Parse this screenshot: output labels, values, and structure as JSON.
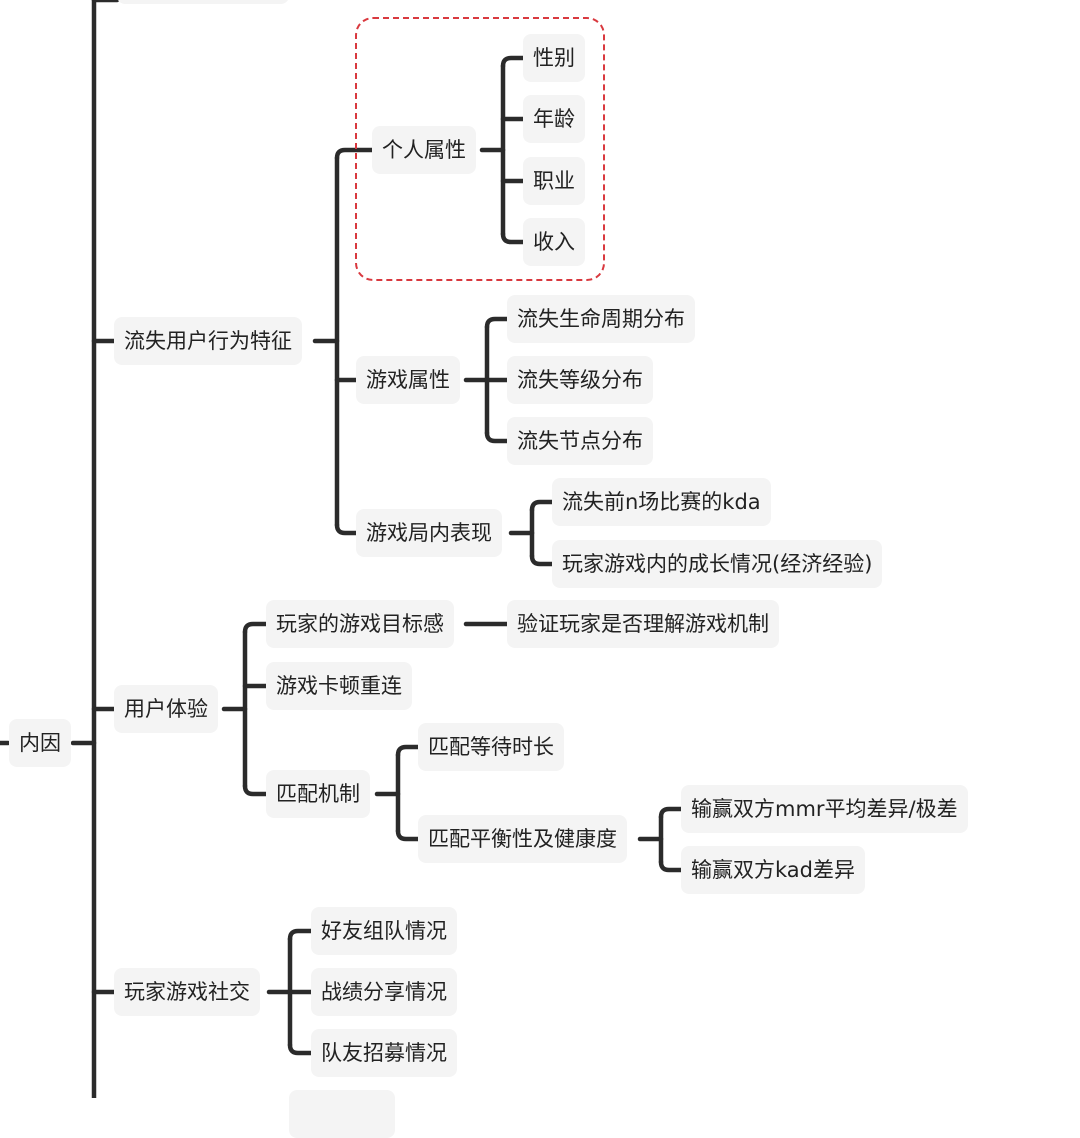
{
  "mindmap": {
    "root": "内因",
    "branches": [
      {
        "label": "流失用户行为特征",
        "children": [
          {
            "label": "个人属性",
            "children": [
              "性别",
              "年龄",
              "职业",
              "收入"
            ]
          },
          {
            "label": "游戏属性",
            "children": [
              "流失生命周期分布",
              "流失等级分布",
              "流失节点分布"
            ]
          },
          {
            "label": "游戏局内表现",
            "children": [
              "流失前n场比赛的kda",
              "玩家游戏内的成长情况(经济经验)"
            ]
          }
        ]
      },
      {
        "label": "用户体验",
        "children": [
          {
            "label": "玩家的游戏目标感",
            "children": [
              "验证玩家是否理解游戏机制"
            ]
          },
          {
            "label": "游戏卡顿重连"
          },
          {
            "label": "匹配机制",
            "children": [
              {
                "label": "匹配等待时长"
              },
              {
                "label": "匹配平衡性及健康度",
                "children": [
                  "输赢双方mmr平均差异/极差",
                  "输赢双方kad差异"
                ]
              }
            ]
          }
        ]
      },
      {
        "label": "玩家游戏社交",
        "children": [
          "好友组队情况",
          "战绩分享情况",
          "队友招募情况"
        ]
      }
    ]
  },
  "colors": {
    "line": "#2b2b2b",
    "node_bg": "#f4f4f4",
    "highlight_border": "#d9393f",
    "text": "#222222"
  }
}
